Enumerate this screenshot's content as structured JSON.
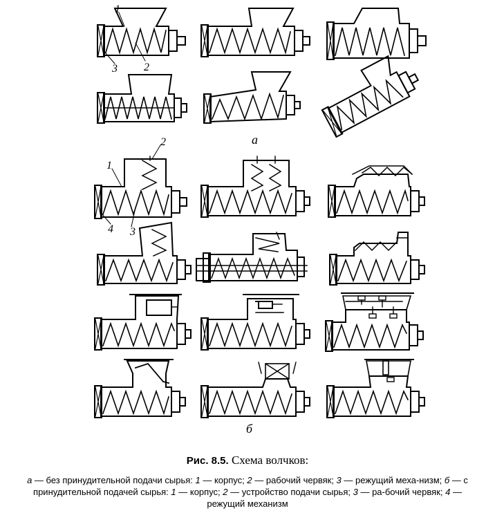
{
  "figure": {
    "subfigure_labels": {
      "a": "а",
      "b": "б"
    },
    "part_labels": {
      "a_body": "1",
      "a_worm": "2",
      "a_cutter": "3",
      "b_body": "1",
      "b_feeder": "2",
      "b_worm": "3",
      "b_cutter": "4"
    }
  },
  "caption": {
    "number": "Рис. 8.5.",
    "title": "Схема волчков:",
    "a_letter": "а",
    "a_text": " — без принудительной подачи сырья: ",
    "a_i1": "1",
    "a_t1": " — корпус; ",
    "a_i2": "2",
    "a_t2": " — рабочий червяк; ",
    "a_i3": "3",
    "a_t3": " — режущий меха-низм; ",
    "b_letter": "б",
    "b_text": " — с принудительной подачей сырья: ",
    "b_i1": "1",
    "b_t1": " — корпус; ",
    "b_i2": "2",
    "b_t2": " — устройство подачи сырья; ",
    "b_i3": "3",
    "b_t3": " — ра-бочий червяк; ",
    "b_i4": "4",
    "b_t4": " — режущий механизм"
  }
}
